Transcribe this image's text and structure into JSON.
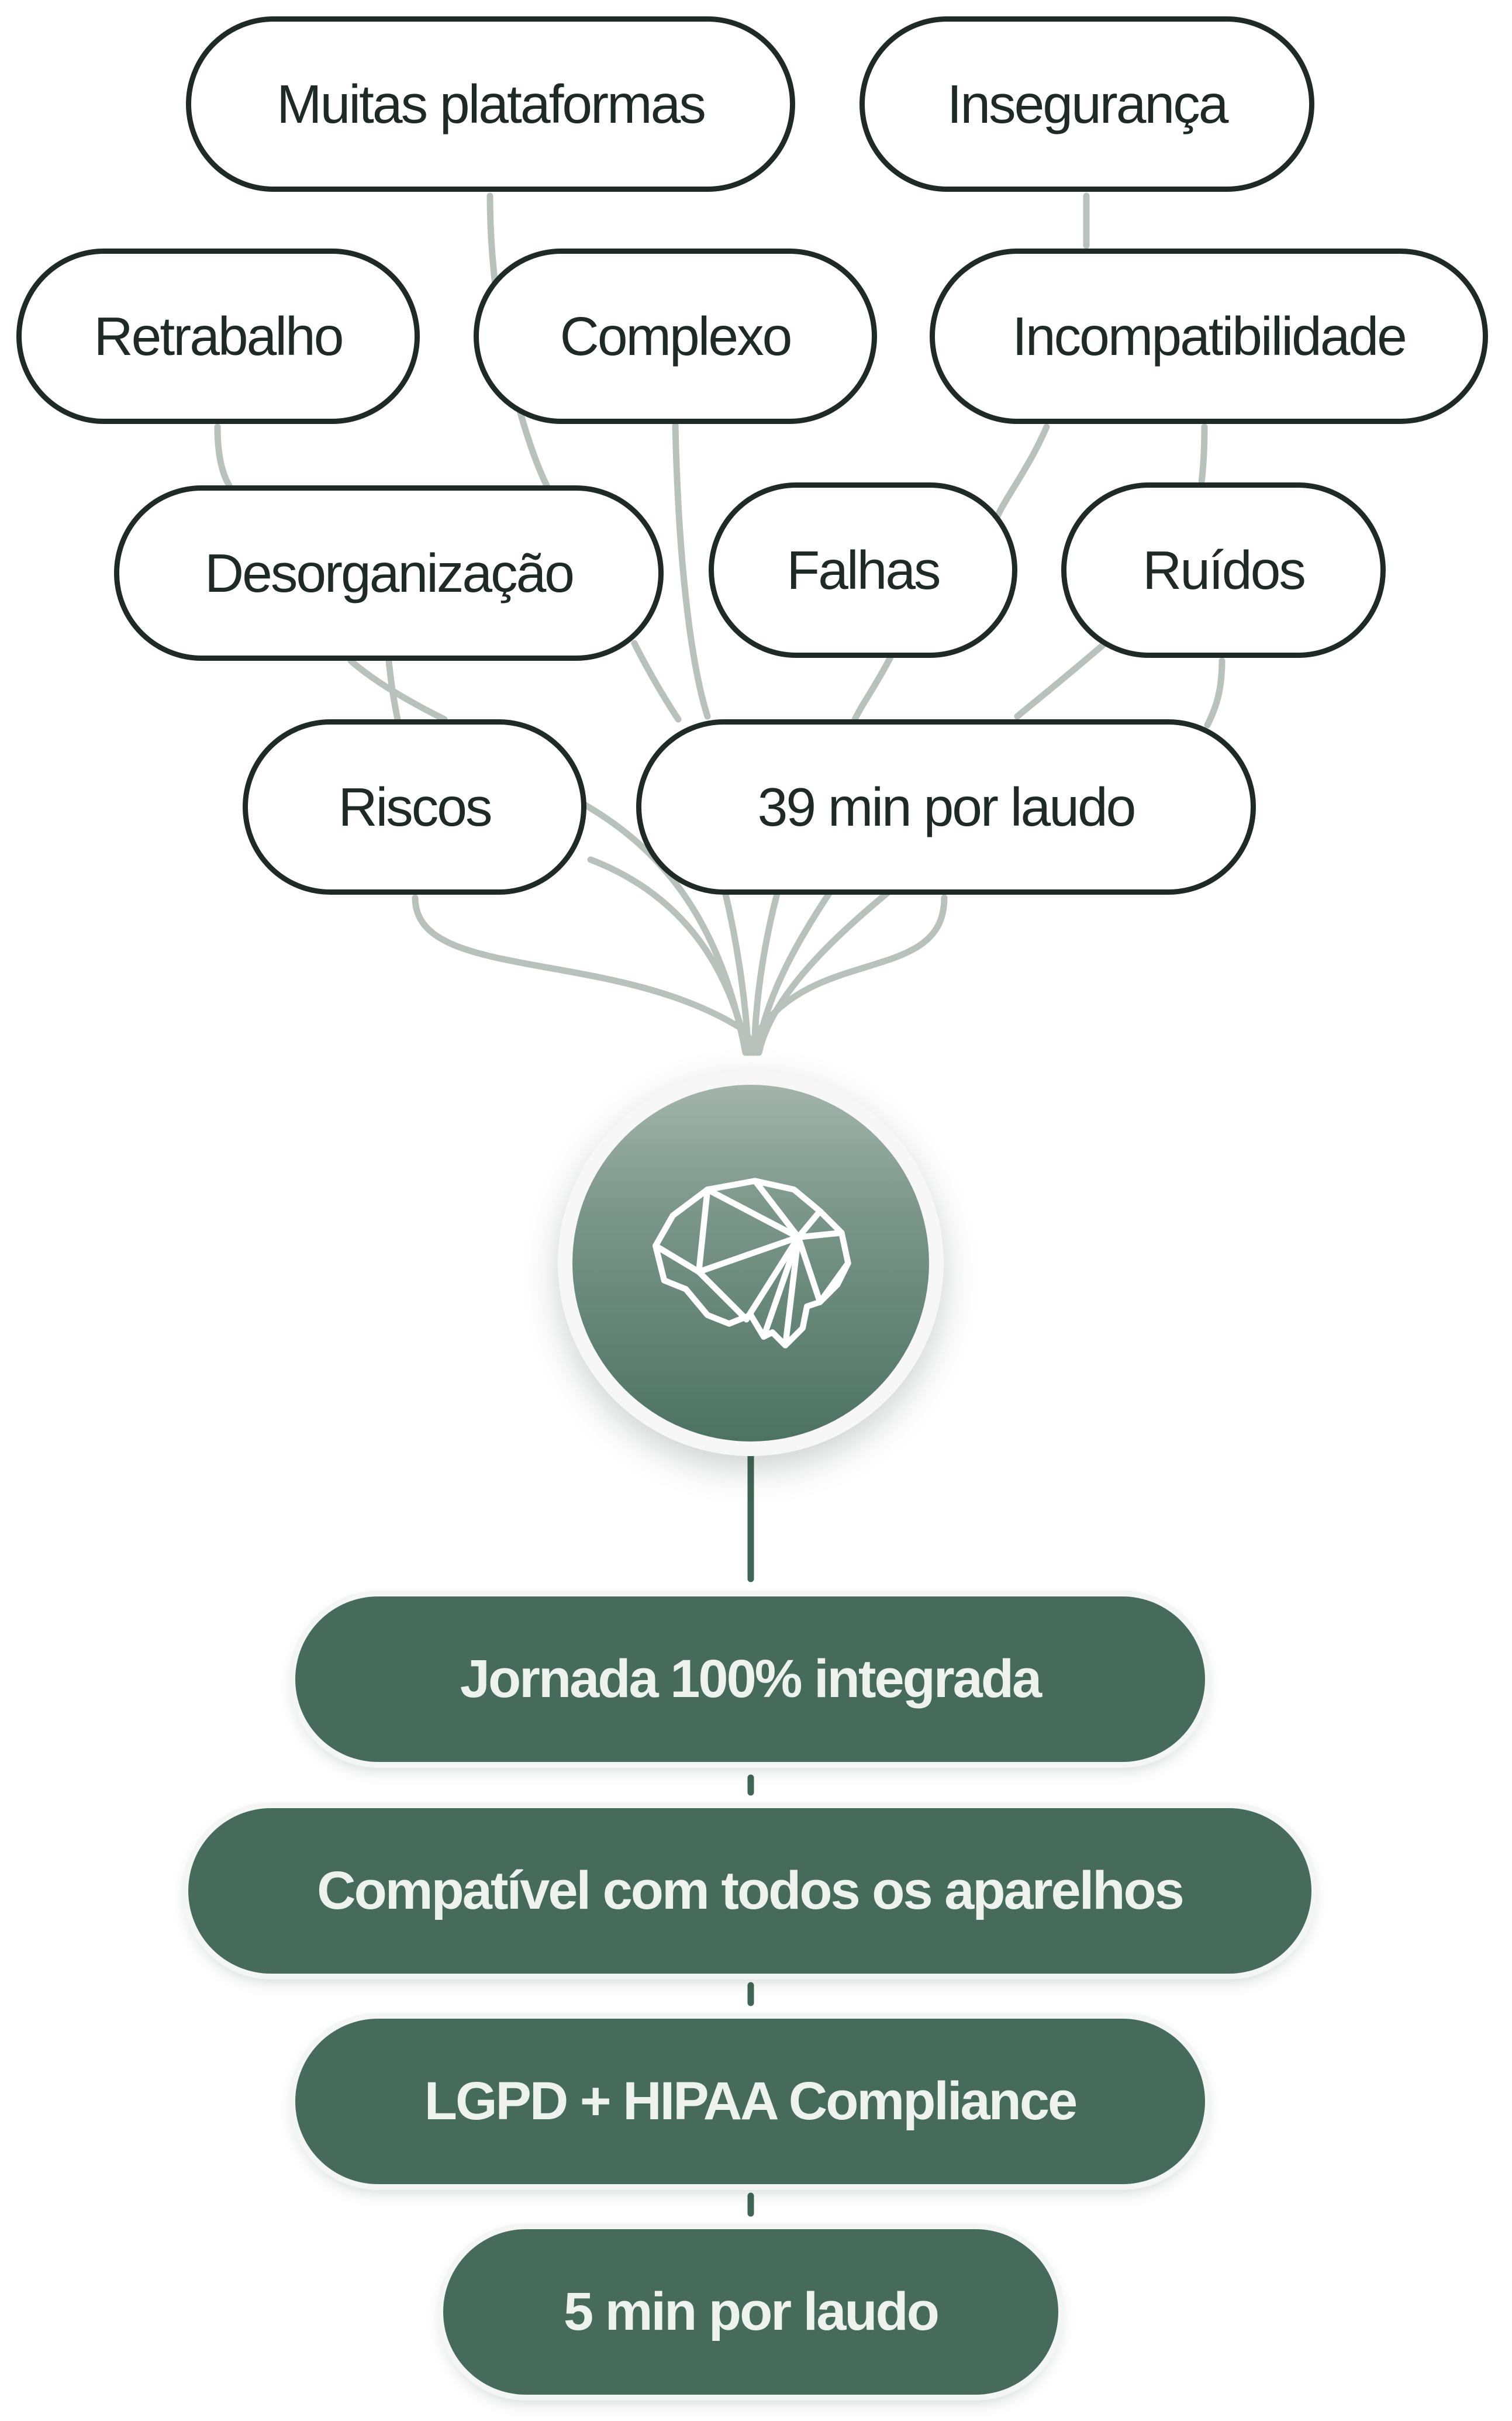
{
  "colors": {
    "pill_border": "#1f2a27",
    "connector": "#b8c1bc",
    "hub_connector": "#3f6556",
    "benefit_fill": "#466b5c",
    "benefit_text": "#eef2ef"
  },
  "problems": [
    {
      "id": "muitas-plataformas",
      "label": "Muitas plataformas"
    },
    {
      "id": "inseguranca",
      "label": "Insegurança"
    },
    {
      "id": "retrabalho",
      "label": "Retrabalho"
    },
    {
      "id": "complexo",
      "label": "Complexo"
    },
    {
      "id": "incompatibilidade",
      "label": "Incompatibilidade"
    },
    {
      "id": "desorganizacao",
      "label": "Desorganização"
    },
    {
      "id": "falhas",
      "label": "Falhas"
    },
    {
      "id": "ruidos",
      "label": "Ruídos"
    },
    {
      "id": "riscos",
      "label": "Riscos"
    },
    {
      "id": "tempo-atual",
      "label": "39 min por laudo"
    }
  ],
  "hub": {
    "icon": "brain-icon"
  },
  "benefits": [
    {
      "id": "jornada",
      "label": "Jornada 100% integrada"
    },
    {
      "id": "compativel",
      "label": "Compatível com todos os aparelhos"
    },
    {
      "id": "compliance",
      "label": "LGPD + HIPAA Compliance"
    },
    {
      "id": "tempo-novo",
      "label": "5 min por laudo"
    }
  ]
}
